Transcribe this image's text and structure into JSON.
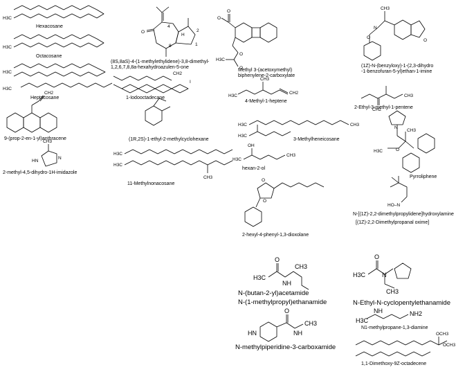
{
  "compounds": [
    {
      "key": "hexacosane",
      "label": "Hexacosane"
    },
    {
      "key": "octacosane",
      "label": "Octacosane"
    },
    {
      "key": "heptacosane",
      "label": "Heptacosane"
    },
    {
      "key": "iodooctadecane",
      "label": "1-Iodooctadecane"
    },
    {
      "key": "azulenone",
      "label": "(8S,8aS)-4-(1-methylethylidene)-3,8-dimethyl-",
      "label2": "1,2,6,7,8,8a-hexahydroazulen-5-one"
    },
    {
      "key": "biphenylene",
      "label": "Methyl 3-(acetoxymethyl)",
      "label2": "biphenylene-2-carboxylate"
    },
    {
      "key": "benzofuran",
      "label": "(1Z)-N-(benzyloxy)-1-(2,3-dihydro",
      "label2": "-1-benzofuran-5-yl)ethan-1-imine"
    },
    {
      "key": "allylanthracene",
      "label": "9-(prop-2-en-1-yl)anthracene"
    },
    {
      "key": "ethylmethylcyclohexane",
      "label": "(1R,2S)-1-ethyl-2-methylcyclohexane"
    },
    {
      "key": "methylheptene",
      "label": "4-Methyl-1-heptene"
    },
    {
      "key": "ethylmethylpentene",
      "label": "2-Ethyl-3-methyl-1-pentene"
    },
    {
      "key": "methylheneicosane",
      "label": "3-Methylheneicosane"
    },
    {
      "key": "imidazole",
      "label": "2-methyl-4,5-dihydro-1H-imidazole"
    },
    {
      "key": "methylnonacosane",
      "label": "11-Methylnonacosane"
    },
    {
      "key": "hexanol",
      "label": "hexan-2-ol"
    },
    {
      "key": "pyrroliphene",
      "label": "Pyrroliphene"
    },
    {
      "key": "oxime",
      "label": "N-[(1Z)-2,2-dimethylpropylidene]hydroxylamine",
      "label2": "[(1Z)-2,2-Dimethylpropanal oxime]"
    },
    {
      "key": "dioxolane",
      "label": "2-hexyl-4-phenyl-1,3-dioxolane"
    },
    {
      "key": "butanylacetamide",
      "label": "N-(butan-2-yl)acetamide",
      "label2": "N-(1-methylpropyl)ethanamide"
    },
    {
      "key": "cyclopentylacetamide",
      "label": "N-Ethyl-N-cyclopentylethanamide"
    },
    {
      "key": "diamine",
      "label": "N1-methylpropane-1,3-diamine"
    },
    {
      "key": "piperidine",
      "label": "N-methylpiperidine-3-carboxamide"
    },
    {
      "key": "dimethoxyoctadecene",
      "label": "1,1-Dimethoxy-9Z-octadecene"
    }
  ],
  "atoms": {
    "h3c": "H3C",
    "ch3": "CH3",
    "ch2": "CH2",
    "i": "I",
    "o": "O",
    "n": "N",
    "nh": "NH",
    "hn": "HN",
    "h": "H",
    "oh": "OH",
    "nh2": "NH2",
    "hon": "HO–N",
    "och3": "OCH3"
  },
  "locants": {
    "l4": "4",
    "l2": "2",
    "l1": "1",
    "l8": "8"
  }
}
